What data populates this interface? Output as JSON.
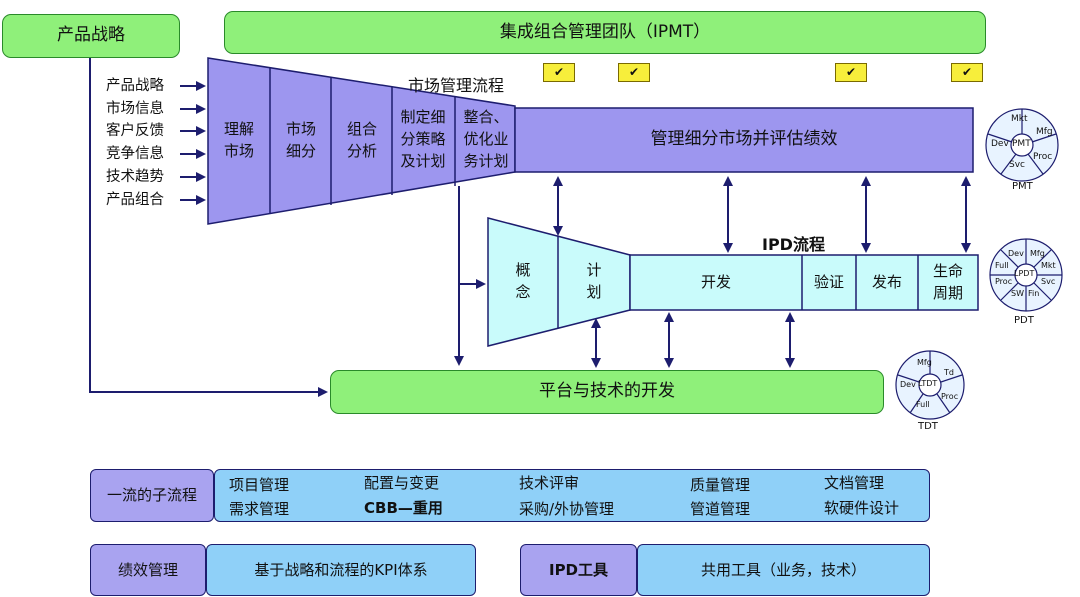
{
  "strategy": "产品战略",
  "ipmt": "集成组合管理团队（IPMT）",
  "market_process_label": "市场管理流程",
  "check_mark": "✔",
  "side_inputs": [
    "产品战略",
    "市场信息",
    "客户反馈",
    "竞争信息",
    "技术趋势",
    "产品组合"
  ],
  "market_stages": [
    "理解\n市场",
    "市场\n细分",
    "组合\n分析",
    "制定细\n分策略\n及计划",
    "整合、\n优化业\n务计划"
  ],
  "market_bar": "管理细分市场并评估绩效",
  "ipd_label": "IPD流程",
  "ipd_stages": [
    "概\n念",
    "计\n划",
    "开发",
    "验证",
    "发布",
    "生命\n周期"
  ],
  "platform": "平台与技术的开发",
  "pmt": {
    "center": "PMT",
    "segments": [
      "Mkt",
      "Mfg",
      "Proc",
      "Svc",
      "Dev"
    ],
    "caption": "PMT"
  },
  "pdt": {
    "center": "LPDT",
    "segments": [
      "Dev",
      "Mfg",
      "Mkt",
      "Svc",
      "Fin",
      "SW",
      "Proc",
      "Full"
    ],
    "caption": "PDT"
  },
  "tdt": {
    "center": "LTDT",
    "segments": [
      "Mfg",
      "Td",
      "Proc",
      "Full",
      "Dev"
    ],
    "caption": "TDT"
  },
  "subprocess": {
    "label": "一流的子流程",
    "items": [
      "项目管理",
      "配置与变更",
      "技术评审",
      "质量管理",
      "文档管理",
      "需求管理",
      "CBB—重用",
      "采购/外协管理",
      "管道管理",
      "软硬件设计"
    ]
  },
  "performance": {
    "label": "绩效管理",
    "value": "基于战略和流程的KPI体系"
  },
  "ipd_tools": {
    "label": "IPD工具",
    "value": "共用工具（业务，技术）"
  },
  "colors": {
    "green": "#8ff07a",
    "purple": "#a9a3f0",
    "cyan": "#c9fbfb",
    "blue": "#8fd0f8",
    "arrow": "#1d1d6e"
  }
}
